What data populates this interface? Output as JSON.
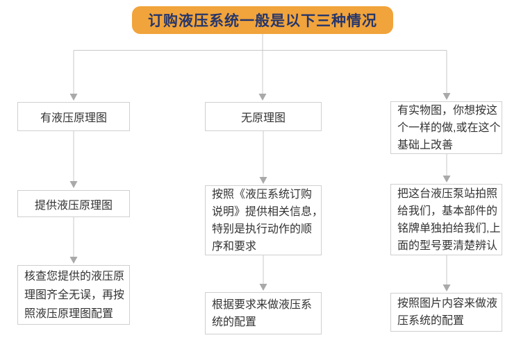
{
  "header": {
    "title": "订购液压系统一般是以下三种情况"
  },
  "colors": {
    "header_bg": "#F1A43B",
    "header_text": "#26366B",
    "box_border": "#CFCFCF",
    "box_text": "#333333",
    "connector_line": "#C8C8C8",
    "arrow": "#A9A9A9",
    "background": "#FFFFFF"
  },
  "columns": [
    {
      "steps": [
        {
          "lines": [
            "有液压原理图"
          ]
        },
        {
          "lines": [
            "提供液压原理图"
          ]
        },
        {
          "lines": [
            "核查您提供的液压原",
            "理图齐全无误，再按",
            "照液压原理图配置"
          ]
        }
      ]
    },
    {
      "steps": [
        {
          "lines": [
            "无原理图"
          ]
        },
        {
          "lines": [
            "按照《液压系统订购",
            "说明》提供相关信息，",
            "特别是执行动作的顺",
            "序和要求"
          ]
        },
        {
          "lines": [
            "根据要求来做液压系",
            "统的配置"
          ]
        }
      ]
    },
    {
      "steps": [
        {
          "lines": [
            "有实物图，你想按这",
            "个一样的做,或在这个",
            "基础上改善"
          ]
        },
        {
          "lines": [
            "把这台液压泵站拍照",
            "给我们，基本部件的",
            "铭牌单独拍给我们,上",
            "面的型号要清楚辨认"
          ]
        },
        {
          "lines": [
            "按照图片内容来做液",
            "压系统的配置"
          ]
        }
      ]
    }
  ]
}
